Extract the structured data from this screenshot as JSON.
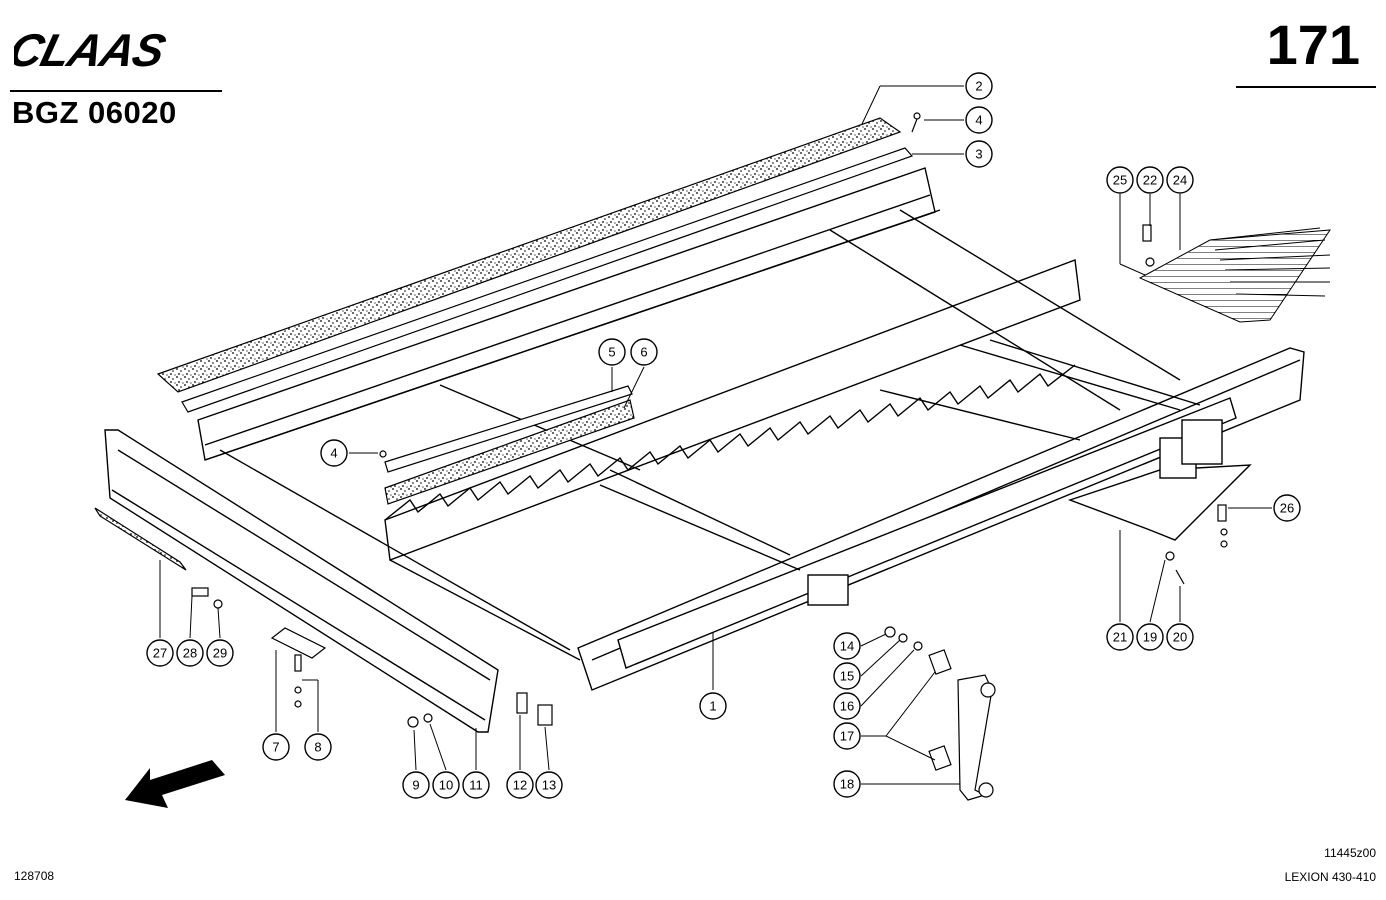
{
  "header": {
    "brand": "CLAAS",
    "code": "BGZ 06020",
    "page_number": "171"
  },
  "footer": {
    "drawing_number": "128708",
    "figure_id": "11445z00",
    "model": "LEXION 430-410"
  },
  "callouts": [
    {
      "id": "c1",
      "label": "1"
    },
    {
      "id": "c2",
      "label": "2"
    },
    {
      "id": "c3",
      "label": "3"
    },
    {
      "id": "c4a",
      "label": "4"
    },
    {
      "id": "c4b",
      "label": "4"
    },
    {
      "id": "c5",
      "label": "5"
    },
    {
      "id": "c6",
      "label": "6"
    },
    {
      "id": "c7",
      "label": "7"
    },
    {
      "id": "c8",
      "label": "8"
    },
    {
      "id": "c9",
      "label": "9"
    },
    {
      "id": "c10",
      "label": "10"
    },
    {
      "id": "c11",
      "label": "11"
    },
    {
      "id": "c12",
      "label": "12"
    },
    {
      "id": "c13",
      "label": "13"
    },
    {
      "id": "c14",
      "label": "14"
    },
    {
      "id": "c15",
      "label": "15"
    },
    {
      "id": "c16",
      "label": "16"
    },
    {
      "id": "c17",
      "label": "17"
    },
    {
      "id": "c18",
      "label": "18"
    },
    {
      "id": "c19",
      "label": "19"
    },
    {
      "id": "c20",
      "label": "20"
    },
    {
      "id": "c21",
      "label": "21"
    },
    {
      "id": "c22",
      "label": "22"
    },
    {
      "id": "c24",
      "label": "24"
    },
    {
      "id": "c25",
      "label": "25"
    },
    {
      "id": "c26",
      "label": "26"
    },
    {
      "id": "c27",
      "label": "27"
    },
    {
      "id": "c28",
      "label": "28"
    },
    {
      "id": "c29",
      "label": "29"
    }
  ]
}
